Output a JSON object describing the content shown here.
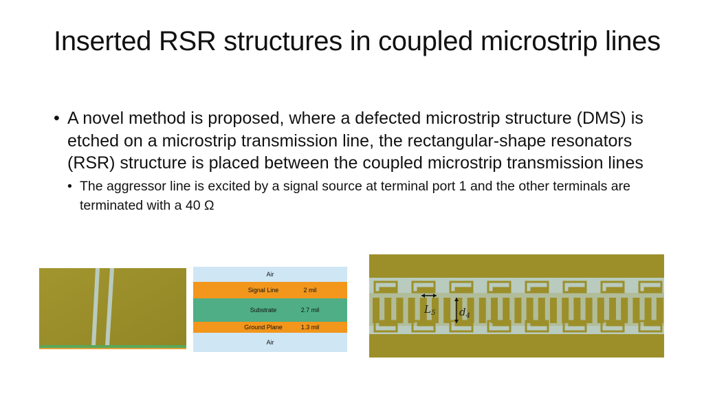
{
  "slide": {
    "title": "Inserted RSR structures in coupled microstrip lines",
    "bullets": [
      {
        "text": "A novel method is proposed, where a defected microstrip structure (DMS) is etched on a microstrip transmission line, the rectangular-shape resonators (RSR) structure is placed between the coupled microstrip transmission lines",
        "subbullets": [
          "The aggressor line is excited by a signal source at terminal port 1 and the other terminals are terminated with a 40 Ω"
        ]
      }
    ]
  },
  "stack_figure": {
    "layers": [
      {
        "name": "Air",
        "thickness": ""
      },
      {
        "name": "Signal Line",
        "thickness": "2 mil"
      },
      {
        "name": "Substrate",
        "thickness": "2.7 mil"
      },
      {
        "name": "Ground Plane",
        "thickness": "1.3 mil"
      },
      {
        "name": "Air",
        "thickness": ""
      }
    ]
  },
  "layout_figure": {
    "label_l5": "L",
    "label_l5_sub": "5",
    "label_d4": "d",
    "label_d4_sub": "4"
  },
  "colors": {
    "pcb": "#9c8f2a",
    "trace": "#b9cbbf",
    "air": "#cfe6f5",
    "signal": "#f2961c",
    "substrate": "#4fae85",
    "ground": "#f2961c"
  }
}
